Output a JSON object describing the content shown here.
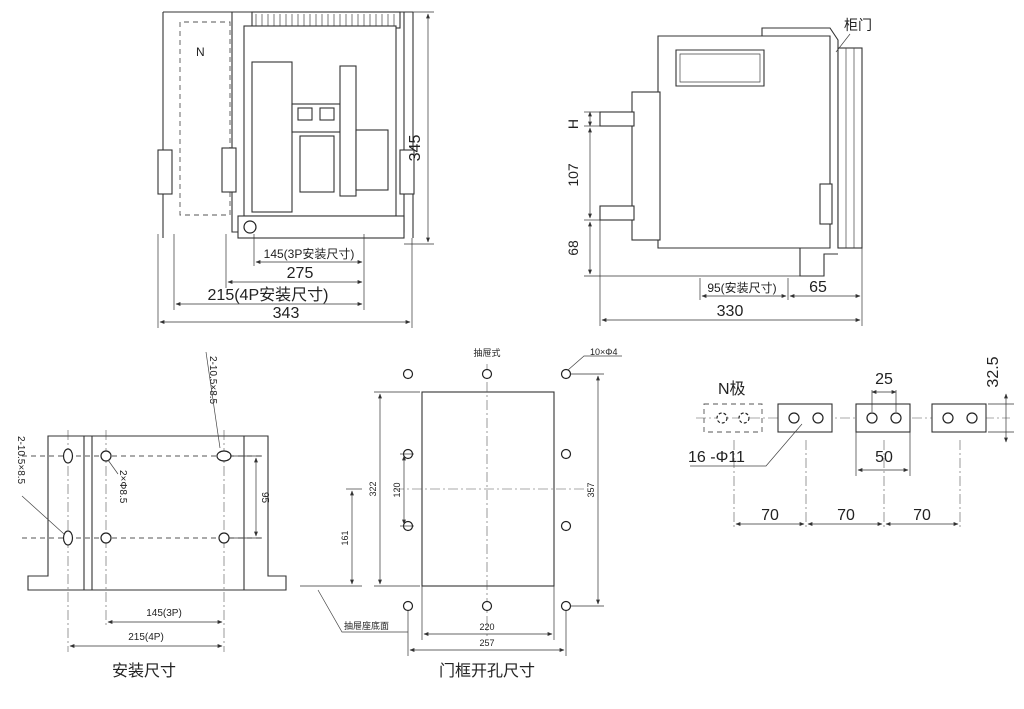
{
  "front_view": {
    "neutral_label": "N",
    "height_345": "345",
    "dim_145_3p": "145(3P安装尺寸)",
    "dim_275": "275",
    "dim_215_4p": "215(4P安装尺寸)",
    "dim_343": "343"
  },
  "side_view": {
    "door_label": "柜门",
    "dim_H": "H",
    "dim_107": "107",
    "dim_68": "68",
    "dim_95": "95(安装尺寸)",
    "dim_65": "65",
    "dim_330": "330"
  },
  "mounting": {
    "title": "安装尺寸",
    "slot_top": "2-10.5×8.5",
    "slot_left": "2-10.5×8.5",
    "hole_note": "2×Φ8.5",
    "dim_95": "95",
    "dim_145_3p": "145(3P)",
    "dim_215_4p": "215(4P)"
  },
  "door_cutout": {
    "title": "门框开孔尺寸",
    "drawer_label": "抽屉式",
    "holes_note": "10×Φ4",
    "dim_322": "322",
    "dim_120": "120",
    "dim_357": "357",
    "dim_161": "161",
    "dim_220": "220",
    "dim_257": "257",
    "base_label": "抽屉座底面"
  },
  "terminals": {
    "n_pole_label": "N极",
    "holes_note": "16 -Φ11",
    "dim_25": "25",
    "dim_32_5": "32.5",
    "dim_50": "50",
    "pitch_1": "70",
    "pitch_2": "70",
    "pitch_3": "70"
  }
}
